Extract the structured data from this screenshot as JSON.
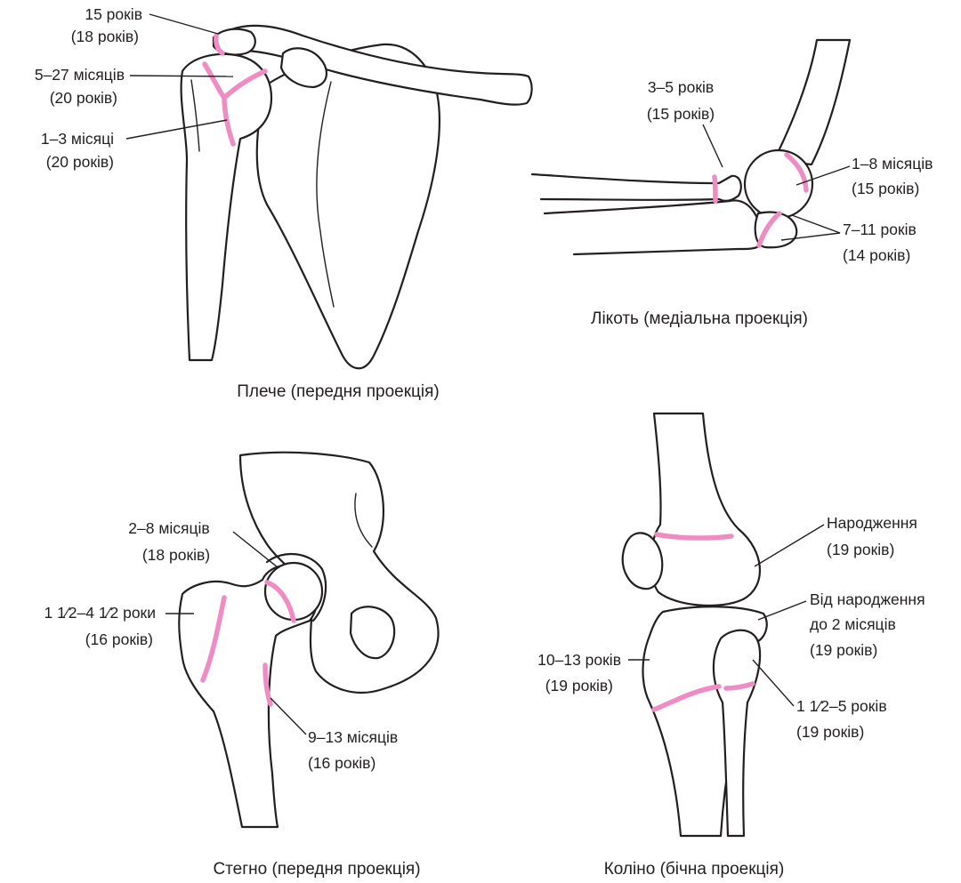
{
  "colors": {
    "growth_plate": "#ef8cc4",
    "line": "#231f20",
    "background": "#ffffff"
  },
  "shoulder": {
    "caption": "Плече (передня проекція)",
    "labels": [
      {
        "line1": "15 років",
        "line2": "(18 років)"
      },
      {
        "line1": "5–27 місяців",
        "line2": "(20 років)"
      },
      {
        "line1": "1–3 місяці",
        "line2": "(20 років)"
      }
    ]
  },
  "elbow": {
    "caption": "Лікоть (медіальна проекція)",
    "labels": [
      {
        "line1": "3–5 років",
        "line2": "(15 років)"
      },
      {
        "line1": "1–8 місяців",
        "line2": "(15 років)"
      },
      {
        "line1": "7–11 років",
        "line2": "(14 років)"
      }
    ]
  },
  "hip": {
    "caption": "Стегно (передня проекція)",
    "labels": [
      {
        "line1": "2–8 місяців",
        "line2": "(18 років)"
      },
      {
        "line1": "1 1⁄2–4 1⁄2 роки",
        "line2": "(16 років)"
      },
      {
        "line1": "9–13 місяців",
        "line2": "(16 років)"
      }
    ]
  },
  "knee": {
    "caption": "Коліно (бічна проекція)",
    "labels": [
      {
        "line1": "Народження",
        "line2": "(19 років)"
      },
      {
        "line1": "Від народження",
        "line2": "до 2 місяців",
        "line3": "(19 років)"
      },
      {
        "line1": "10–13 років",
        "line2": "(19 років)"
      },
      {
        "line1": "1 1⁄2–5 років",
        "line2": "(19 років)"
      }
    ]
  }
}
